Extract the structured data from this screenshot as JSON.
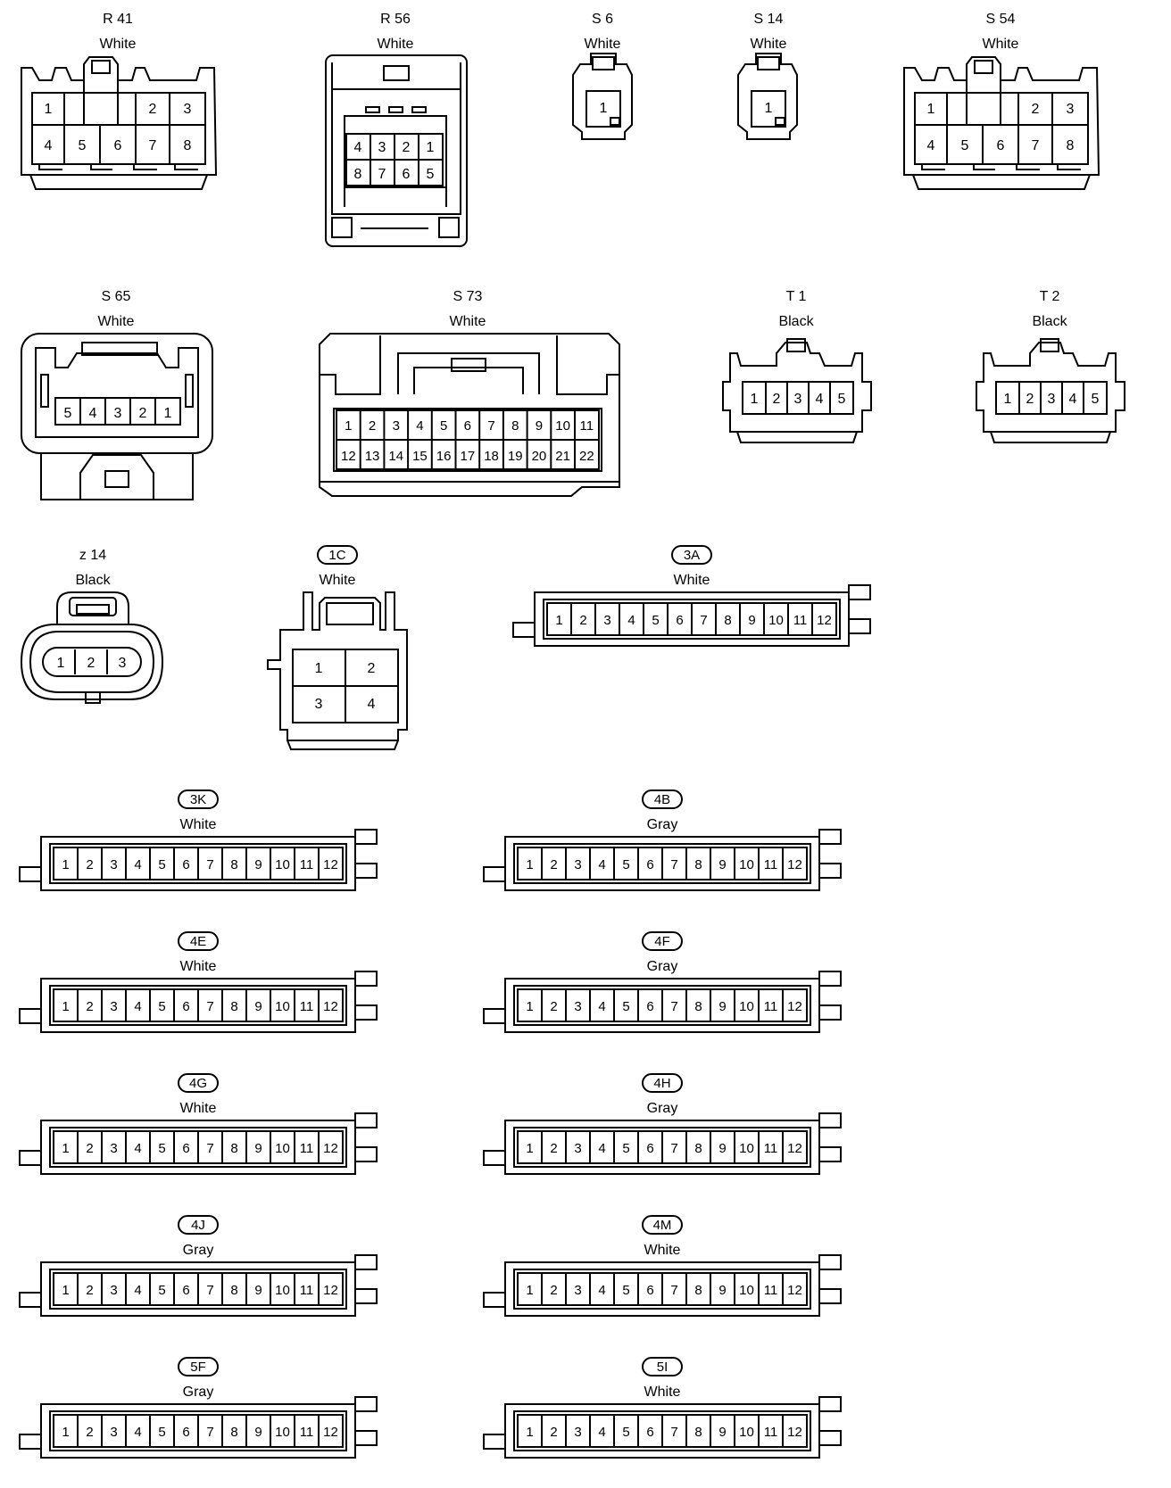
{
  "connectors": {
    "R41": {
      "name": "R 41",
      "color": "White",
      "pins_top": [
        "1",
        "2",
        "3"
      ],
      "pins_bottom": [
        "4",
        "5",
        "6",
        "7",
        "8"
      ]
    },
    "R56": {
      "name": "R 56",
      "color": "White",
      "pins_top": [
        "4",
        "3",
        "2",
        "1"
      ],
      "pins_bottom": [
        "8",
        "7",
        "6",
        "5"
      ]
    },
    "S6": {
      "name": "S 6",
      "color": "White",
      "pins": [
        "1"
      ]
    },
    "S14": {
      "name": "S 14",
      "color": "White",
      "pins": [
        "1"
      ]
    },
    "S54": {
      "name": "S 54",
      "color": "White",
      "pins_top": [
        "1",
        "2",
        "3"
      ],
      "pins_bottom": [
        "4",
        "5",
        "6",
        "7",
        "8"
      ]
    },
    "S65": {
      "name": "S 65",
      "color": "White",
      "pins": [
        "5",
        "4",
        "3",
        "2",
        "1"
      ]
    },
    "S73": {
      "name": "S 73",
      "color": "White",
      "pins_top": [
        "1",
        "2",
        "3",
        "4",
        "5",
        "6",
        "7",
        "8",
        "9",
        "10",
        "11"
      ],
      "pins_bottom": [
        "12",
        "13",
        "14",
        "15",
        "16",
        "17",
        "18",
        "19",
        "20",
        "21",
        "22"
      ]
    },
    "T1": {
      "name": "T 1",
      "color": "Black",
      "pins": [
        "1",
        "2",
        "3",
        "4",
        "5"
      ]
    },
    "T2": {
      "name": "T 2",
      "color": "Black",
      "pins": [
        "1",
        "2",
        "3",
        "4",
        "5"
      ]
    },
    "z14": {
      "name": "z 14",
      "color": "Black",
      "pins": [
        "1",
        "2",
        "3"
      ]
    },
    "c1C": {
      "name": "1C",
      "color": "White",
      "pins_top": [
        "1",
        "2"
      ],
      "pins_bottom": [
        "3",
        "4"
      ]
    }
  },
  "junctions": [
    {
      "id": "3A",
      "color": "White"
    },
    {
      "id": "3K",
      "color": "White"
    },
    {
      "id": "4B",
      "color": "Gray"
    },
    {
      "id": "4E",
      "color": "White"
    },
    {
      "id": "4F",
      "color": "Gray"
    },
    {
      "id": "4G",
      "color": "White"
    },
    {
      "id": "4H",
      "color": "Gray"
    },
    {
      "id": "4J",
      "color": "Gray"
    },
    {
      "id": "4M",
      "color": "White"
    },
    {
      "id": "5F",
      "color": "Gray"
    },
    {
      "id": "5I",
      "color": "White"
    }
  ],
  "junction_pins": [
    "1",
    "2",
    "3",
    "4",
    "5",
    "6",
    "7",
    "8",
    "9",
    "10",
    "11",
    "12"
  ]
}
